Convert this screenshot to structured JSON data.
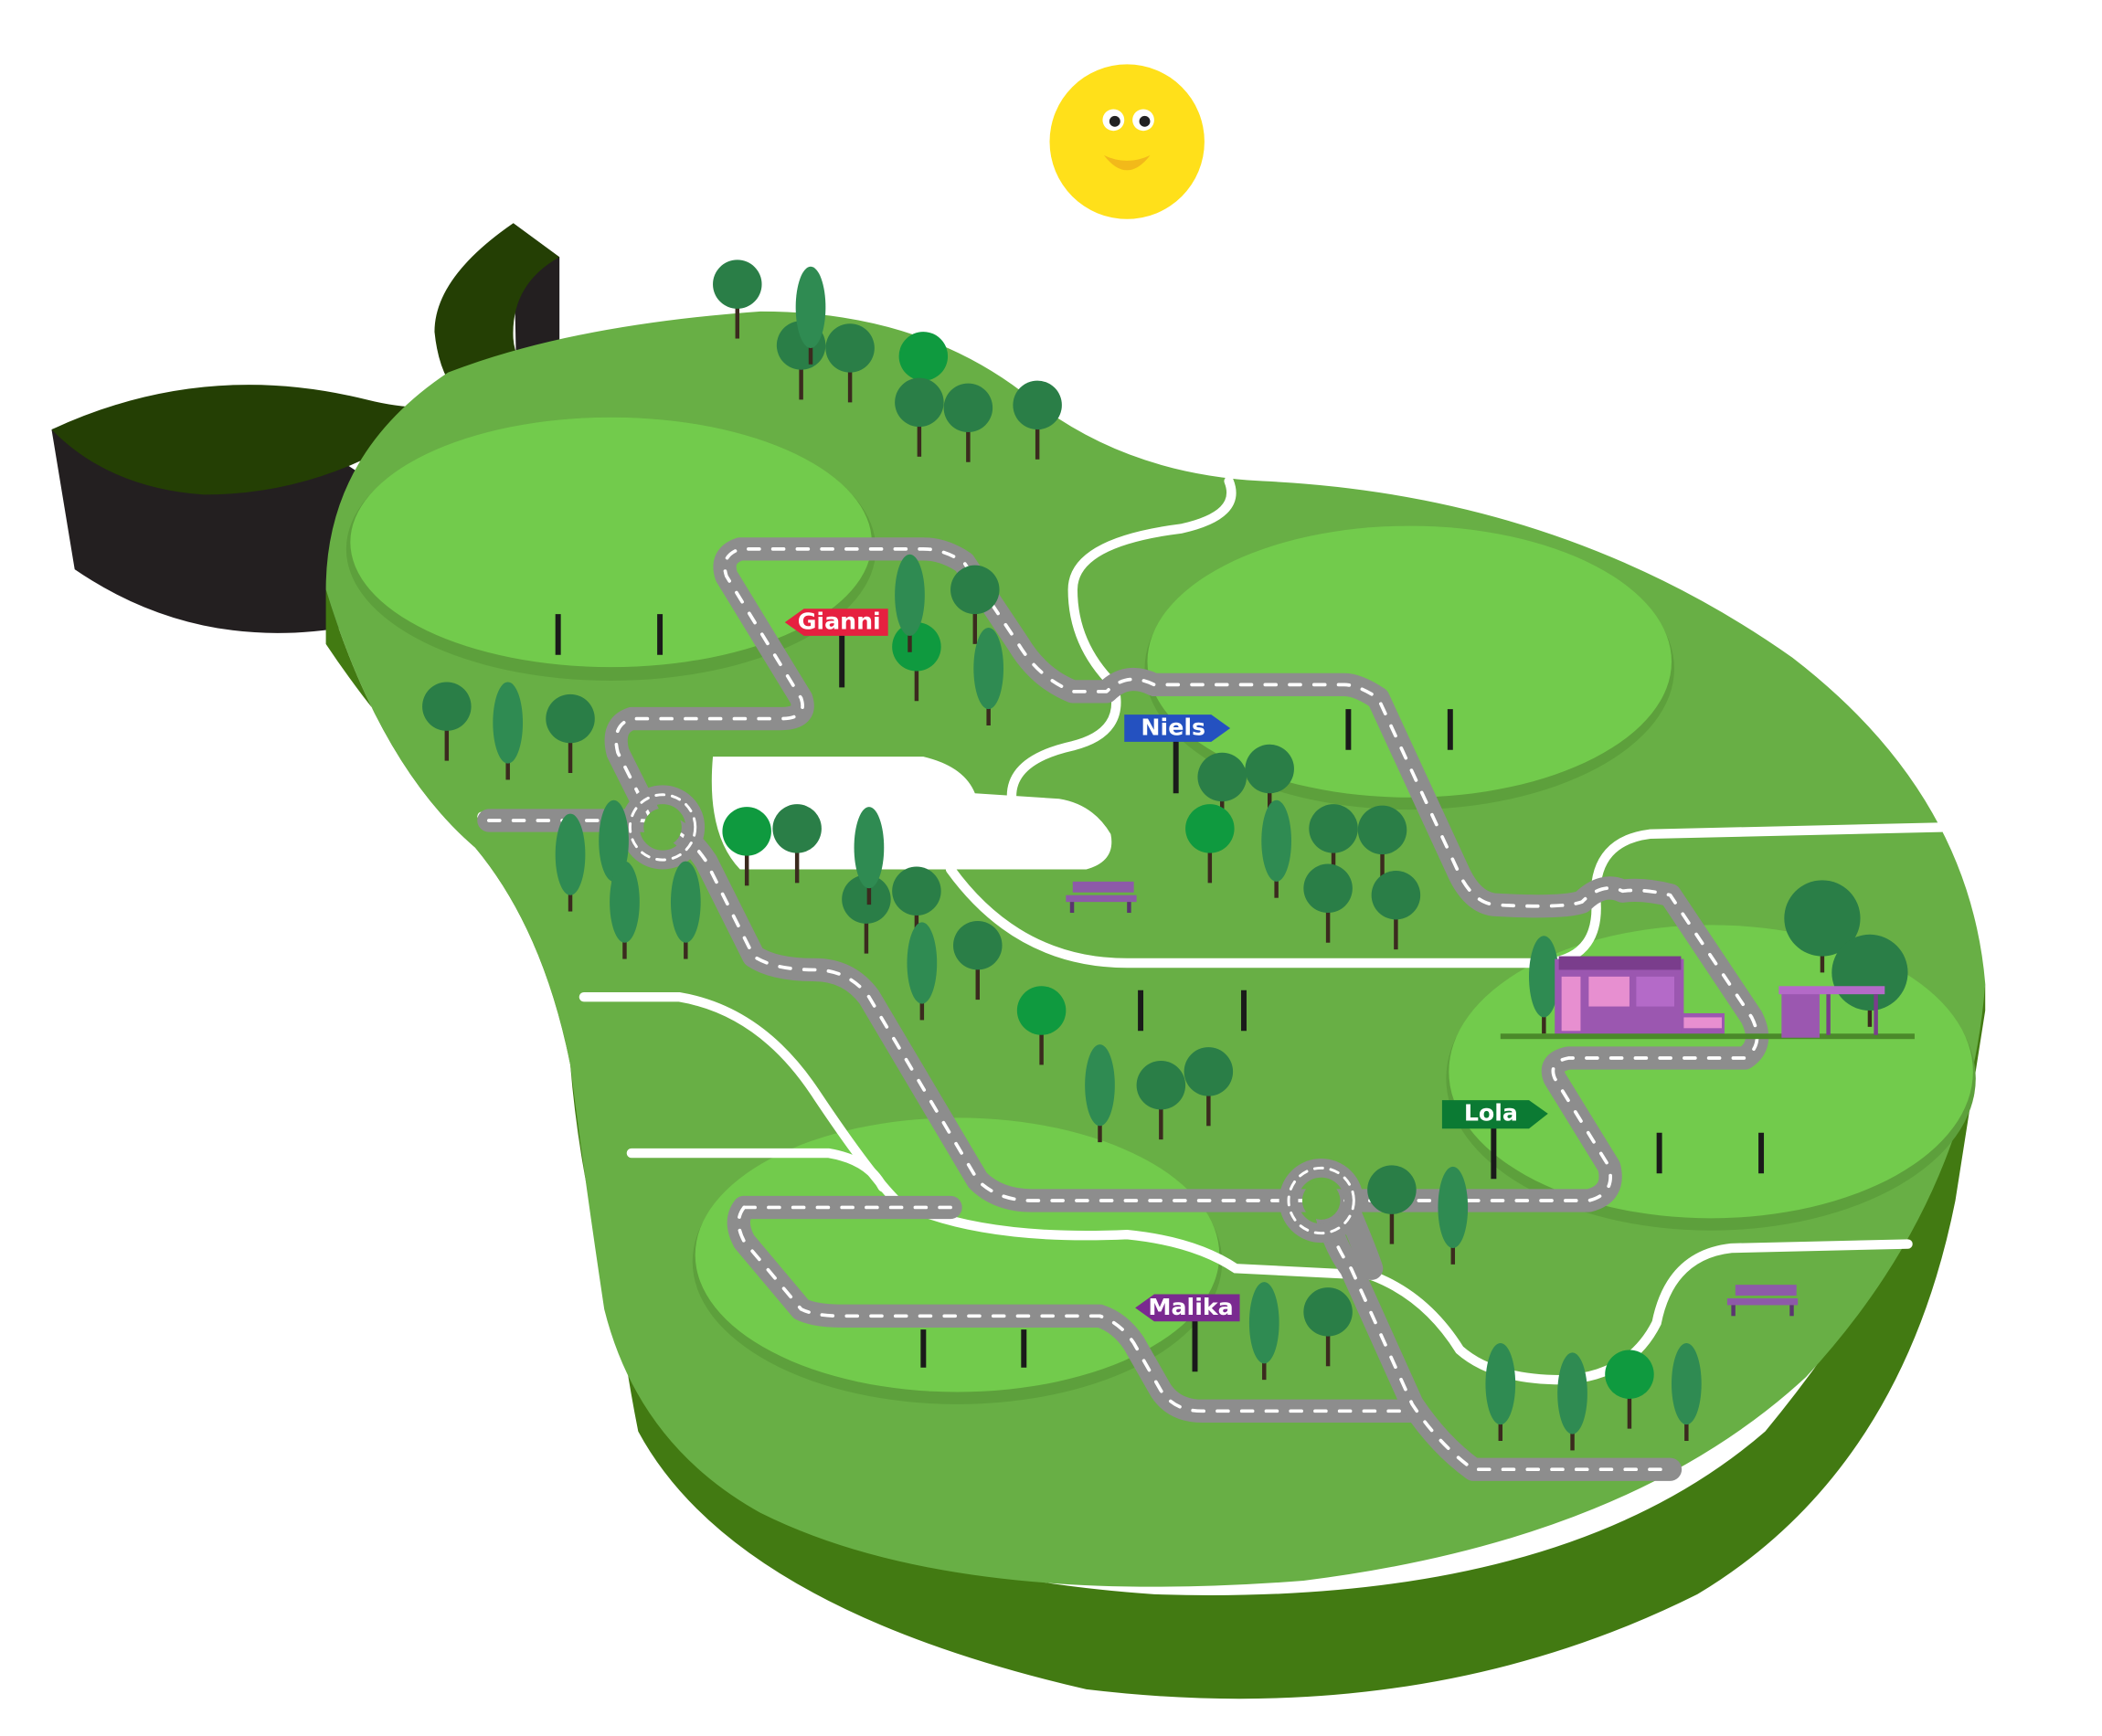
{
  "scene": {
    "type": "illustrated-map",
    "colors": {
      "island_top": "#68af45",
      "island_side": "#427a12",
      "clearing": "#72cb4c",
      "leaf": "#243f04",
      "leaf_side": "#231f20",
      "road": "#8d8d8d",
      "path": "#ffffff",
      "tree_round": "#2a7e47",
      "tree_tall": "#2f8b52",
      "sun": "#ffe01a",
      "shop": "#9b57b0"
    }
  },
  "sun": {
    "icon": "smiling-sun-icon"
  },
  "signposts": [
    {
      "id": "gianni",
      "label": "Gianni",
      "color": "#e62040",
      "direction": "left"
    },
    {
      "id": "niels",
      "label": "Niels",
      "color": "#2451c0",
      "direction": "right"
    },
    {
      "id": "lola",
      "label": "Lola",
      "color": "#0b7a33",
      "direction": "right"
    },
    {
      "id": "malika",
      "label": "Malika",
      "color": "#7a2a90",
      "direction": "left"
    }
  ],
  "landmarks": [
    {
      "id": "shop",
      "icon": "storefront-icon"
    },
    {
      "id": "kiosk",
      "icon": "kiosk-icon"
    },
    {
      "id": "bench-1",
      "icon": "bench-icon"
    },
    {
      "id": "bench-2",
      "icon": "bench-icon"
    }
  ]
}
